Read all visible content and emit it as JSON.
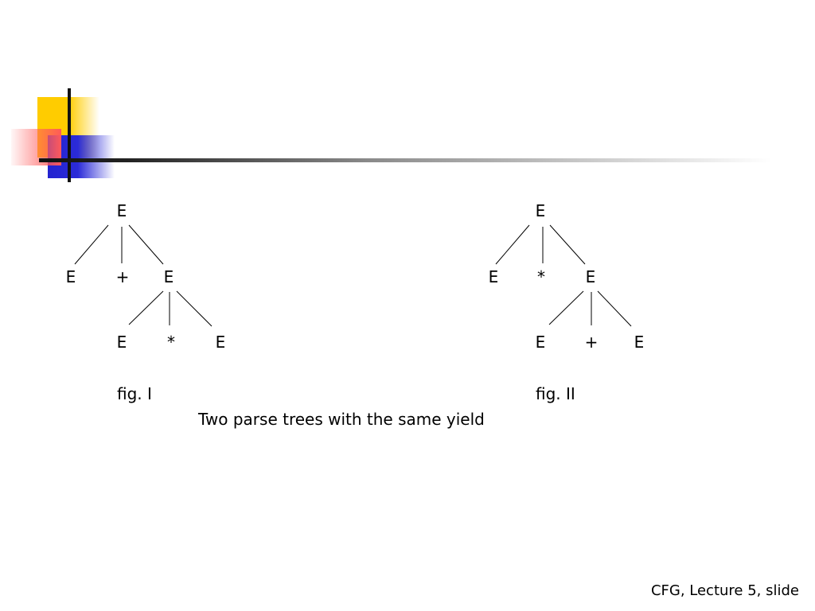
{
  "tree1": {
    "root": "E",
    "level1": [
      "E",
      "+",
      "E"
    ],
    "level2": [
      "E",
      "*",
      "E"
    ],
    "caption": "fig. I"
  },
  "tree2": {
    "root": "E",
    "level1": [
      "E",
      "*",
      "E"
    ],
    "level2": [
      "E",
      "+",
      "E"
    ],
    "caption": "fig. II"
  },
  "main_caption": "Two parse trees with the same yield",
  "footer": "CFG, Lecture 5, slide",
  "colors": {
    "accent_yellow": "#ffcc00",
    "accent_blue": "#2b2bd8",
    "accent_red": "#ff5a5a",
    "rule_dark": "#111111"
  }
}
